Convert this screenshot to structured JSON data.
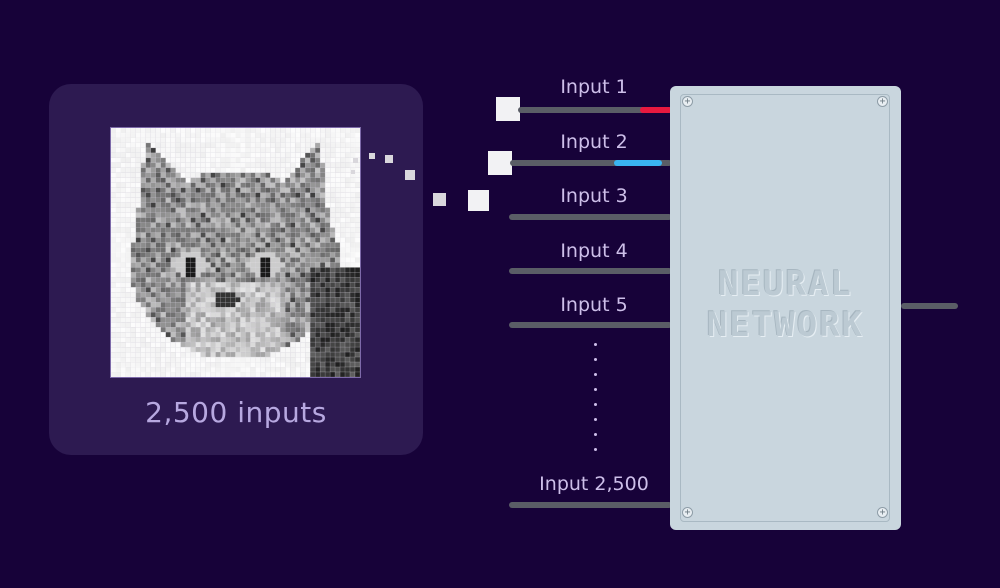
{
  "image_panel": {
    "caption": "2,500 inputs",
    "grid_size": 50
  },
  "inputs": [
    {
      "label": "Input 1",
      "signal_color": "#e8193f"
    },
    {
      "label": "Input 2",
      "signal_color": "#3ab4f2"
    },
    {
      "label": "Input 3"
    },
    {
      "label": "Input 4"
    },
    {
      "label": "Input 5"
    },
    {
      "label": "Input 2,500"
    }
  ],
  "network": {
    "line1": "NEURAL",
    "line2": "NETWORK"
  },
  "colors": {
    "background": "#170239",
    "panel": "#2d1a51",
    "caption": "#b7a8e0",
    "wire": "#5a5d66",
    "box": "#c9d6de"
  }
}
